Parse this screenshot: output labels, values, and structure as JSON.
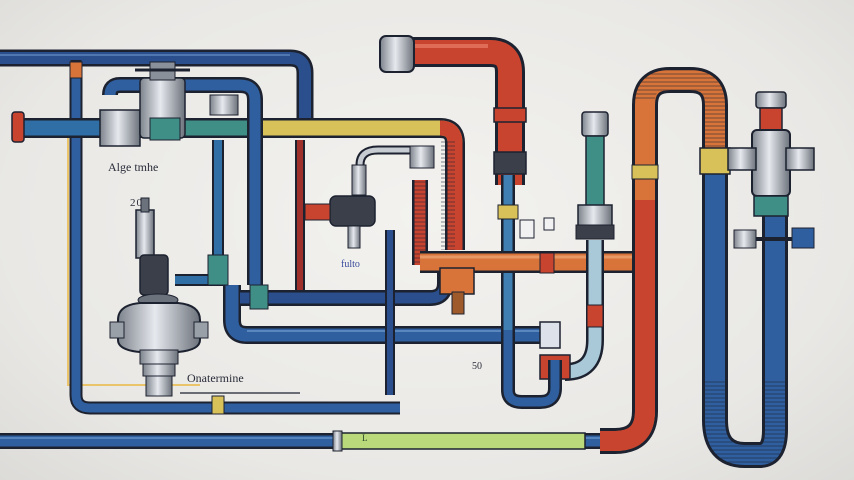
{
  "labels": {
    "pipe_tag": "Alge tmhe",
    "gauge_tag": "20",
    "valve_tag": "fulto",
    "unit_tag": "Onatermine",
    "small_tag": "50",
    "band_text": "L"
  },
  "colors": {
    "outline": "#1d2230",
    "blue_pipe": "#2f5f9e",
    "navy_pipe": "#1f3f74",
    "red_pipe": "#c8442f",
    "orange_pipe": "#d8743a",
    "yellow_pipe": "#d9c15a",
    "teal_pipe": "#3f8f86",
    "green_band": "#b9d97a",
    "metal": "#b9bec6"
  }
}
